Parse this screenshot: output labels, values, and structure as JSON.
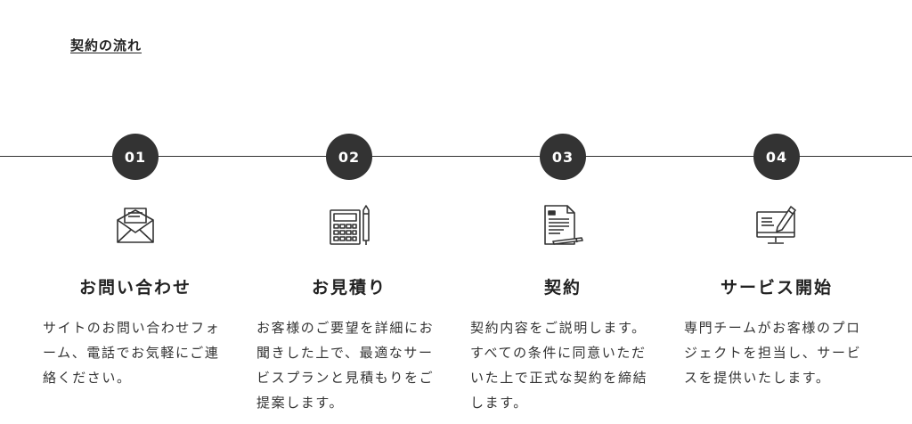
{
  "page": {
    "heading": "契約の流れ"
  },
  "colors": {
    "accent": "#333333",
    "background": "#ffffff"
  },
  "steps": [
    {
      "number": "01",
      "title": "お問い合わせ",
      "icon": "envelope-icon",
      "description": "サイトのお問い合わせフォーム、電話でお気軽にご連絡ください。"
    },
    {
      "number": "02",
      "title": "お見積り",
      "icon": "calculator-pen-icon",
      "description": "お客様のご要望を詳細にお聞きした上で、最適なサービスプランと見積もりをご提案します。"
    },
    {
      "number": "03",
      "title": "契約",
      "icon": "contract-document-icon",
      "description": "契約内容をご説明します。すべての条件に同意いただいた上で正式な契約を締結します。"
    },
    {
      "number": "04",
      "title": "サービス開始",
      "icon": "monitor-pencil-icon",
      "description": "専門チームがお客様のプロジェクトを担当し、サービスを提供いたします。"
    }
  ]
}
